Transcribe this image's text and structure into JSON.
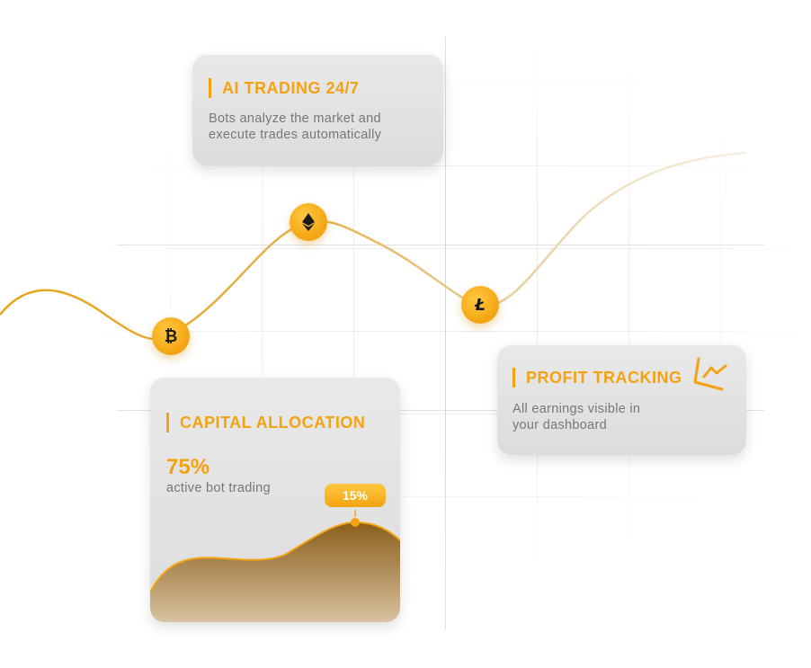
{
  "colors": {
    "accent": "#f3a312",
    "card_bg": "#e2e2e2",
    "text_muted": "#777777"
  },
  "cards": {
    "ai_trading": {
      "title": "AI TRADING 24/7",
      "text_line1": "Bots analyze the market and",
      "text_line2": "execute trades automatically"
    },
    "profit_tracking": {
      "title": "PROFIT TRACKING",
      "text_line1": "All earnings visible in",
      "text_line2": "your dashboard",
      "icon": "trend-chart-icon"
    },
    "capital_allocation": {
      "title": "CAPITAL ALLOCATION",
      "value": "75%",
      "value_label": "active bot trading",
      "tooltip": "15%"
    }
  },
  "coins": [
    {
      "name": "bitcoin",
      "icon": "bitcoin-icon"
    },
    {
      "name": "ethereum",
      "icon": "ethereum-icon"
    },
    {
      "name": "litecoin",
      "icon": "litecoin-icon"
    }
  ]
}
